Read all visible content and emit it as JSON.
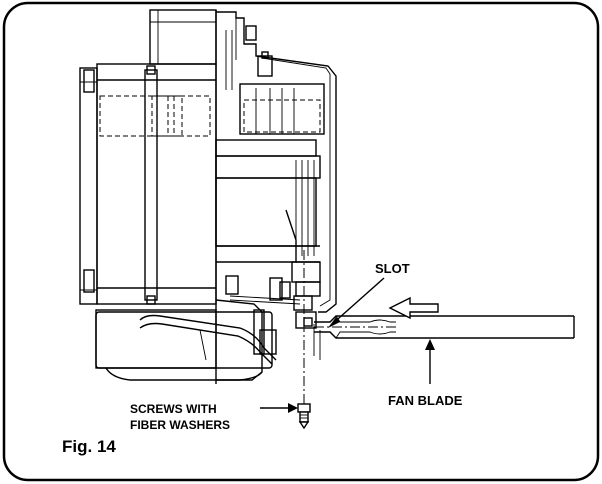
{
  "figure_caption": "Fig. 14",
  "labels": {
    "slot": "SLOT",
    "fan_blade": "FAN BLADE",
    "screws_line1": "SCREWS WITH",
    "screws_line2": "FIBER WASHERS"
  },
  "colors": {
    "ink": "#000000",
    "background": "#ffffff"
  }
}
